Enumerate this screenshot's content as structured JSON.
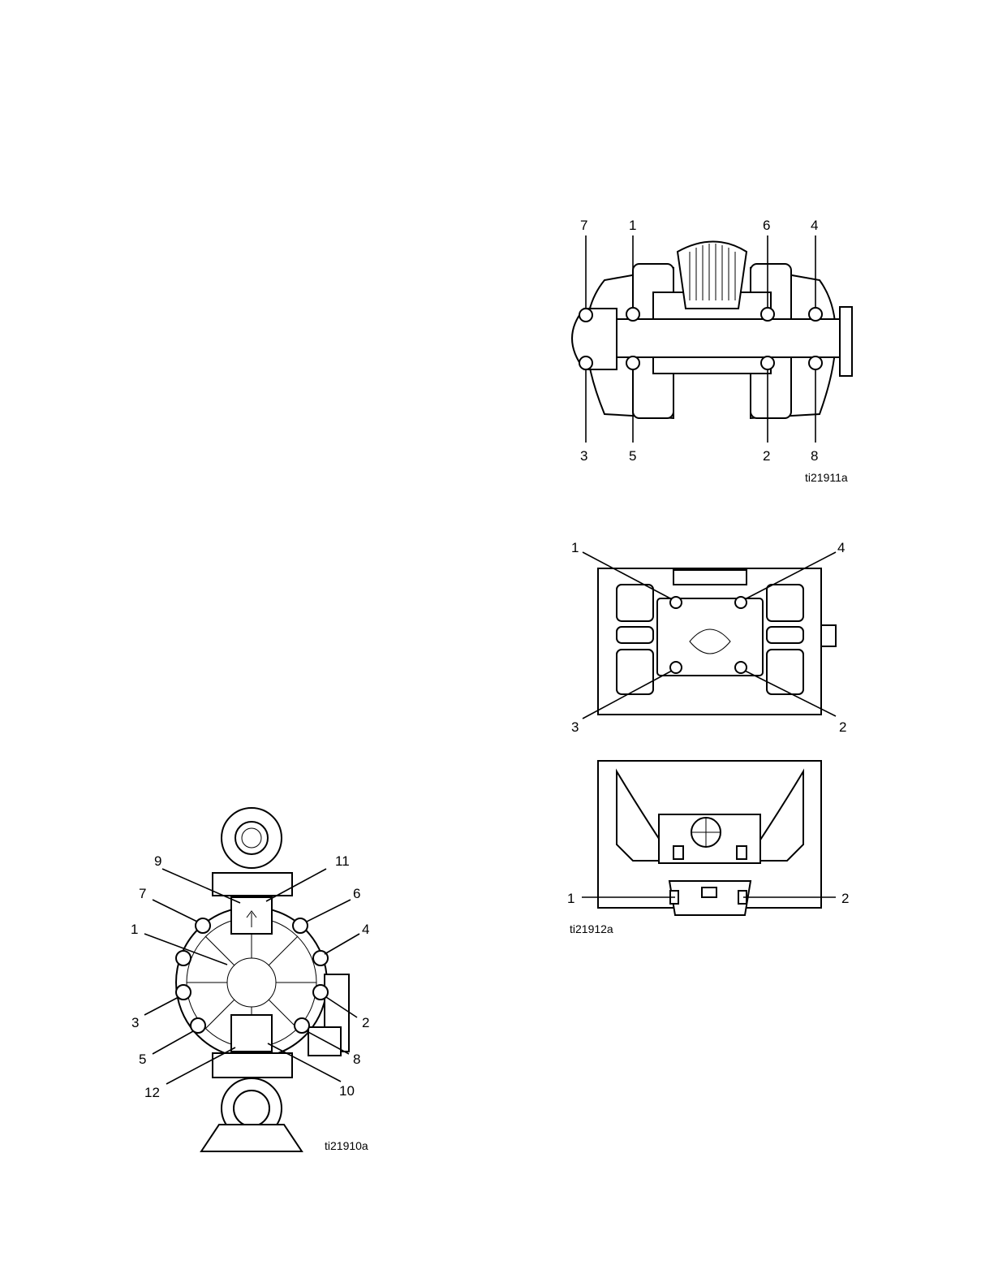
{
  "figures": {
    "front_view": {
      "figure_id": "ti21910a",
      "callouts": [
        "1",
        "2",
        "3",
        "4",
        "5",
        "6",
        "7",
        "8",
        "9",
        "10",
        "11",
        "12"
      ]
    },
    "top_view": {
      "figure_id": "ti21911a",
      "callouts": [
        "7",
        "1",
        "6",
        "4",
        "3",
        "5",
        "2",
        "8"
      ]
    },
    "center_view": {
      "callouts": [
        "1",
        "4",
        "3",
        "2"
      ]
    },
    "bottom_view": {
      "figure_id": "ti21912a",
      "callouts": [
        "1",
        "2"
      ]
    }
  }
}
